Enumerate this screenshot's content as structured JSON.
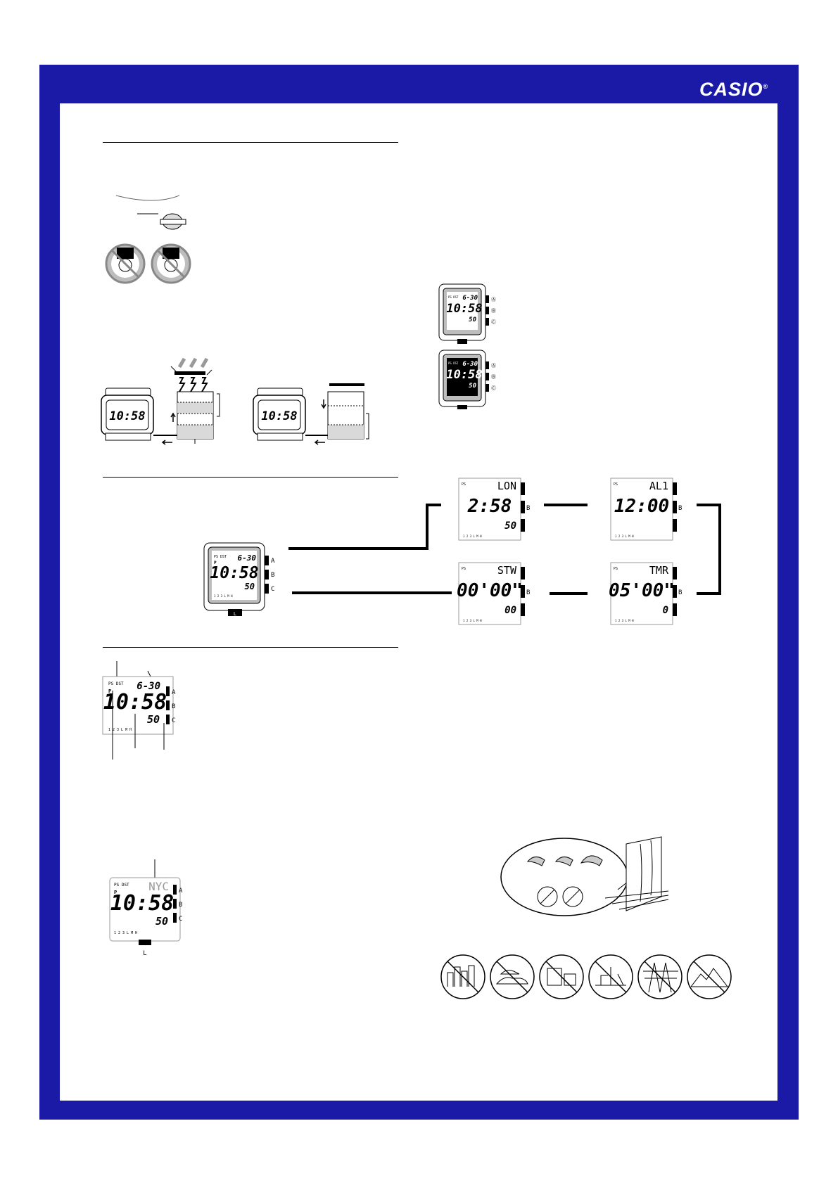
{
  "brand": {
    "logo_text": "CASIO",
    "reg_mark": "®"
  },
  "colors": {
    "frame": "#1a1aa6",
    "page": "#ffffff",
    "ink": "#000000",
    "gray": "#bdbdbd"
  },
  "watch_display": {
    "indicators": "PS DST",
    "pm": "P",
    "date": "6-30",
    "time": "10:58",
    "seconds": "50",
    "hour_ticks": "1  2  3     L  M  H"
  },
  "charging_diagram": {
    "left_watch_time": "10:58",
    "right_watch_time": "10:58"
  },
  "buttons": {
    "a": "A",
    "b": "B",
    "c": "C",
    "light": "L"
  },
  "mode_screens": [
    {
      "id": "world_time",
      "label": "LON",
      "main": "2:58",
      "sub": "50"
    },
    {
      "id": "alarm",
      "label": "AL1",
      "main": "12:00",
      "sub": ""
    },
    {
      "id": "stopwatch",
      "label": "STW",
      "main": "00'00\"",
      "sub": "00"
    },
    {
      "id": "timer",
      "label": "TMR",
      "main": "05'00\"",
      "sub": "0"
    }
  ],
  "home_city_screen": {
    "city": "NYC",
    "time": "10:58",
    "seconds": "50"
  }
}
